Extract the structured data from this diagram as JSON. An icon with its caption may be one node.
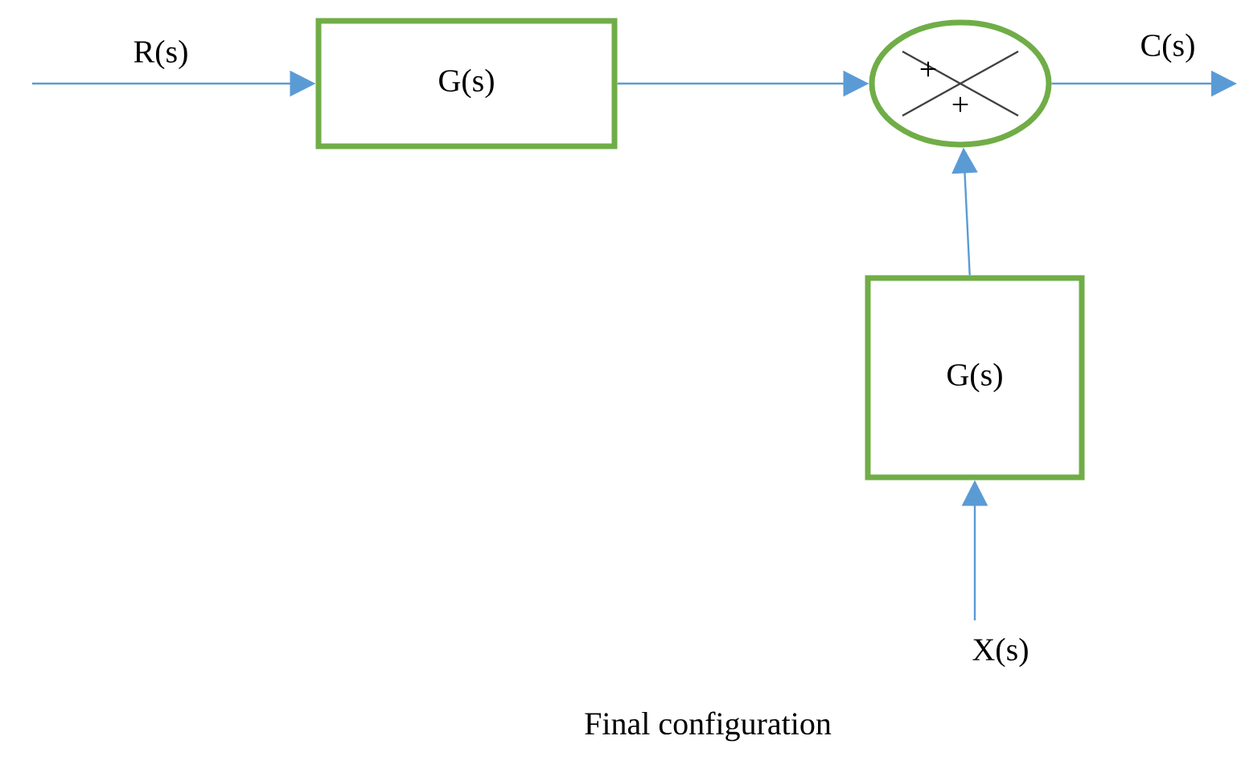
{
  "diagram": {
    "caption": "Final configuration",
    "nodes": [
      {
        "text": [
          "G(s)"
        ]
      },
      {
        "text": [
          "+",
          "+"
        ]
      },
      {
        "text": [
          "G(s)"
        ]
      }
    ],
    "edges": [
      {
        "from": null,
        "to": 0,
        "arrow": "to",
        "label": "R(s)"
      },
      {
        "from": 0,
        "to": 1,
        "arrow": "to"
      },
      {
        "from": 1,
        "to": null,
        "arrow": "to",
        "label": "C(s)"
      },
      {
        "from": 2,
        "to": 1,
        "arrow": "to"
      },
      {
        "from": null,
        "to": 2,
        "arrow": "to",
        "label": "X(s)"
      }
    ]
  }
}
